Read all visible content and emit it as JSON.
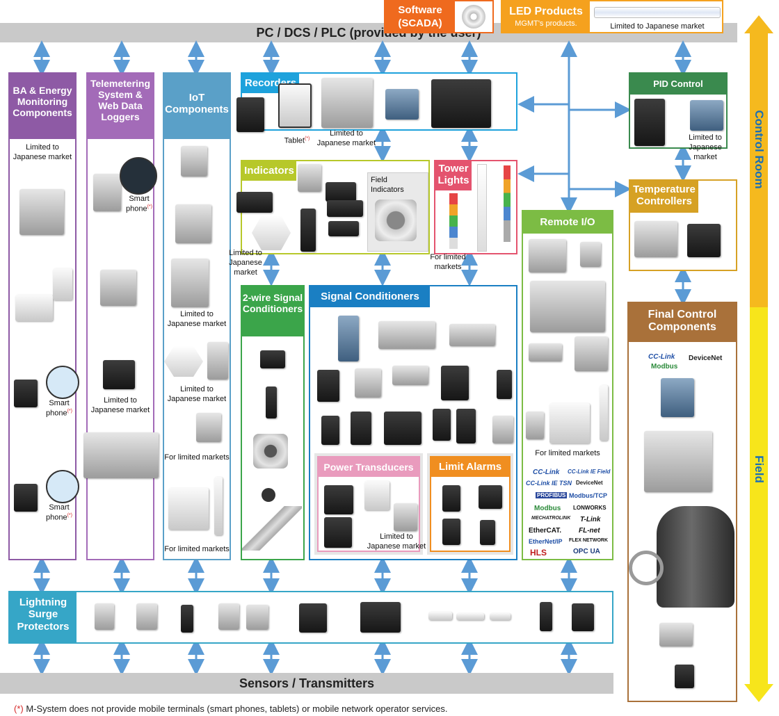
{
  "top_bar": {
    "label": "PC / DCS / PLC (provided by the user)"
  },
  "bottom_bar": {
    "label": "Sensors / Transmitters"
  },
  "software": {
    "title_line1": "Software",
    "title_line2": "(SCADA)"
  },
  "led": {
    "title": "LED Products",
    "sub": "MGMT's products.",
    "note": "Limited to Japanese market"
  },
  "side": {
    "top": "Control Room",
    "bottom": "Field"
  },
  "columns": {
    "ba": {
      "title": "BA & Energy Monitoring Components",
      "note1": "Limited to Japanese market",
      "smart1": "Smart phone",
      "smart2": "Smart phone",
      "mark": "(*)"
    },
    "tele": {
      "title": "Telemetering System & Web Data Loggers",
      "smart": "Smart phone",
      "mark": "(*)",
      "note": "Limited to Japanese market"
    },
    "iot": {
      "title": "IoT Components",
      "note1": "Limited to Japanese market",
      "note2": "Limited to Japanese market",
      "note3": "For limited markets",
      "note4": "For limited markets"
    }
  },
  "recorders": {
    "title": "Recorders",
    "tablet": "Tablet",
    "mark": "(*)",
    "note": "Limited to Japanese market"
  },
  "indicators": {
    "title": "Indicators",
    "field": "Field Indicators",
    "note": "Limited to Japanese market"
  },
  "tower": {
    "title": "Tower Lights",
    "note": "For limited markets"
  },
  "pid": {
    "title": "PID Control Components",
    "note": "Limited to Japanese market"
  },
  "temperature": {
    "title": "Temperature Controllers"
  },
  "remote": {
    "title": "Remote I/O",
    "note": "For limited markets",
    "protocols": [
      "CC-Link",
      "CC-Link IE Field",
      "CC-Link IE TSN",
      "DeviceNet",
      "PROFIBUS",
      "Modbus/TCP",
      "Modbus",
      "LONWORKS",
      "MECHATROLINK",
      "T-Link",
      "EtherCAT.",
      "FL-net",
      "EtherNet/IP",
      "FLEX NETWORK",
      "HLS",
      "OPC UA"
    ]
  },
  "twowire": {
    "title": "2-wire Signal Conditioners"
  },
  "signal": {
    "title": "Signal Conditioners"
  },
  "power": {
    "title": "Power Transducers",
    "note": "Limited to Japanese market"
  },
  "limit": {
    "title": "Limit Alarms"
  },
  "final": {
    "title": "Final Control Components",
    "logos": [
      "CC-Link",
      "DeviceNet",
      "Modbus"
    ]
  },
  "lightning": {
    "title": "Lightning Surge Protectors"
  },
  "footer": {
    "mark": "(*)",
    "text": " M-System does not provide mobile terminals (smart phones, tablets) or mobile network operator services."
  },
  "colors": {
    "ba": "#8e5aa5",
    "tele": "#a36bb8",
    "iot": "#5aa0c8",
    "recorders": "#1ea2dc",
    "indicators": "#b7c82a",
    "tower": "#e4536e",
    "pid": "#3a8a4e",
    "temp": "#d6a124",
    "remote": "#7cbc44",
    "twowire": "#3ba54a",
    "signal": "#1a7fc3",
    "power": "#e99bbd",
    "limit": "#f08e20",
    "final": "#a9713a",
    "lightning": "#36a6c7",
    "software": "#ef6a1e",
    "led": "#f5a11e",
    "arrow": "#5b9bd5"
  }
}
